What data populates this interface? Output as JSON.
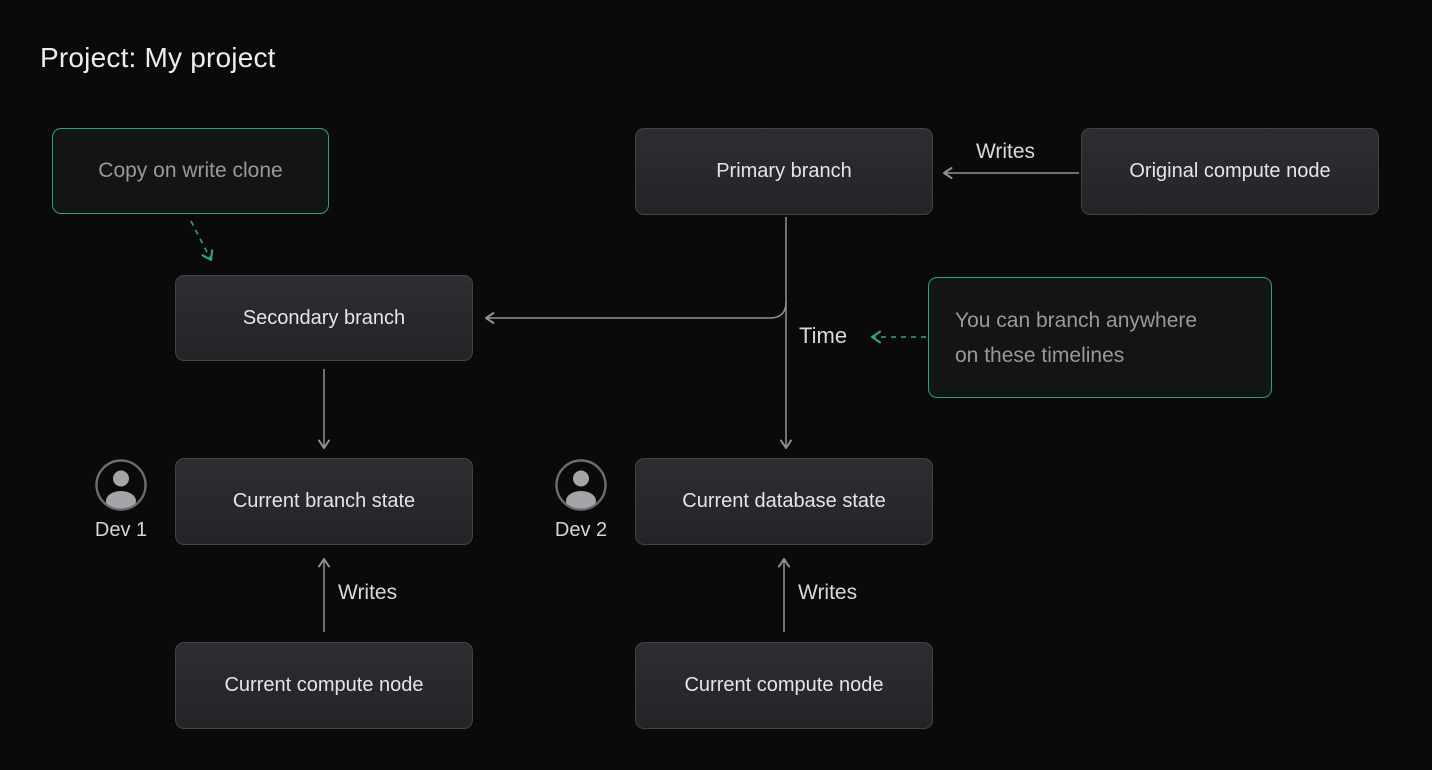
{
  "title": "Project: My project",
  "nodes": {
    "copy_on_write_clone": {
      "label": "Copy on write clone"
    },
    "primary_branch": {
      "label": "Primary branch"
    },
    "original_compute_node": {
      "label": "Original compute node"
    },
    "secondary_branch": {
      "label": "Secondary branch"
    },
    "current_branch_state": {
      "label": "Current branch state"
    },
    "current_database_state": {
      "label": "Current database state"
    },
    "current_compute_node_left": {
      "label": "Current compute node"
    },
    "current_compute_node_right": {
      "label": "Current compute node"
    }
  },
  "annotation": {
    "line1": "You can branch anywhere",
    "line2": "on these timelines"
  },
  "labels": {
    "writes_top": "Writes",
    "writes_left": "Writes",
    "writes_right": "Writes",
    "time": "Time",
    "dev1": "Dev 1",
    "dev2": "Dev 2"
  },
  "colors": {
    "background": "#0a0a0b",
    "node_fill_top": "#2d2e31",
    "node_fill_bottom": "#232427",
    "node_border": "#404247",
    "node_text": "#e4e5e6",
    "green_accent": "#2fa06e",
    "muted_green_box_text": "#97999b",
    "connector_gray": "#8f9194",
    "label_text": "#d8d9da"
  }
}
